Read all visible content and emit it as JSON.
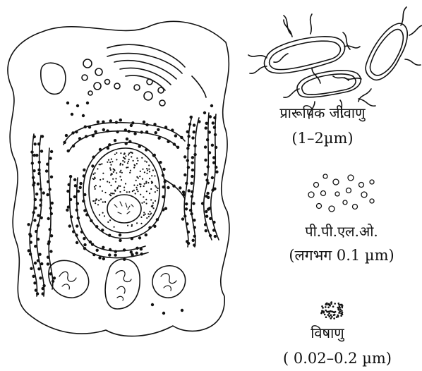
{
  "labels": {
    "bacteria_name": "प्रारूपिक जीवाणु",
    "bacteria_size": "(1–2µm)",
    "pplo_name": "पी.पी.एल.ओ.",
    "pplo_size": "(लगभग 0.1 µm)",
    "virus_name": "विषाणु",
    "virus_size": "( 0.02–0.2 µm)"
  }
}
